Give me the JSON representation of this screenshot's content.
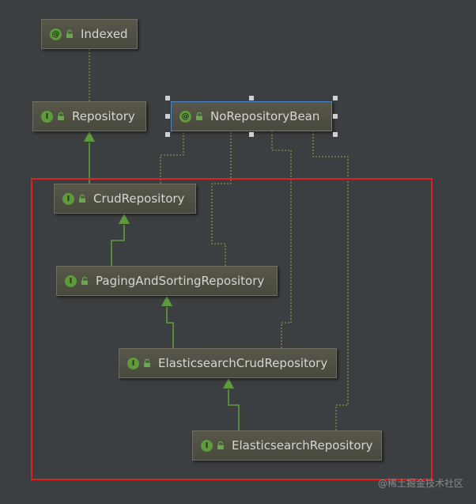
{
  "nodes": [
    {
      "id": "indexed",
      "label": "Indexed",
      "kind": "annotation",
      "badge": "@"
    },
    {
      "id": "repository",
      "label": "Repository",
      "kind": "interface",
      "badge": "I"
    },
    {
      "id": "norepositorybean",
      "label": "NoRepositoryBean",
      "kind": "annotation",
      "badge": "@",
      "selected": true
    },
    {
      "id": "crudrepository",
      "label": "CrudRepository",
      "kind": "interface",
      "badge": "I"
    },
    {
      "id": "pagingandsortingrepository",
      "label": "PagingAndSortingRepository",
      "kind": "interface",
      "badge": "I"
    },
    {
      "id": "elasticsearchcrudrepository",
      "label": "ElasticsearchCrudRepository",
      "kind": "interface",
      "badge": "I"
    },
    {
      "id": "elasticsearchrepository",
      "label": "ElasticsearchRepository",
      "kind": "interface",
      "badge": "I"
    }
  ],
  "edges": [
    {
      "from": "repository",
      "to": "indexed",
      "type": "annotated"
    },
    {
      "from": "crudrepository",
      "to": "repository",
      "type": "extends"
    },
    {
      "from": "pagingandsortingrepository",
      "to": "crudrepository",
      "type": "extends"
    },
    {
      "from": "elasticsearchcrudrepository",
      "to": "pagingandsortingrepository",
      "type": "extends"
    },
    {
      "from": "elasticsearchrepository",
      "to": "elasticsearchcrudrepository",
      "type": "extends"
    },
    {
      "from": "crudrepository",
      "to": "norepositorybean",
      "type": "annotated"
    },
    {
      "from": "pagingandsortingrepository",
      "to": "norepositorybean",
      "type": "annotated"
    },
    {
      "from": "elasticsearchcrudrepository",
      "to": "norepositorybean",
      "type": "annotated"
    },
    {
      "from": "elasticsearchrepository",
      "to": "norepositorybean",
      "type": "annotated"
    }
  ],
  "watermark": "@稀土掘金技术社区",
  "colors": {
    "background": "#3c3f41",
    "node": "#4f4e42",
    "badge": "#5f9b3c",
    "extends_edge": "#5f9b3c",
    "annotated_edge": "#8a8a40",
    "highlight": "#e02020",
    "selection": "#4f83c6"
  },
  "icons": {
    "lock": "lock-icon"
  }
}
